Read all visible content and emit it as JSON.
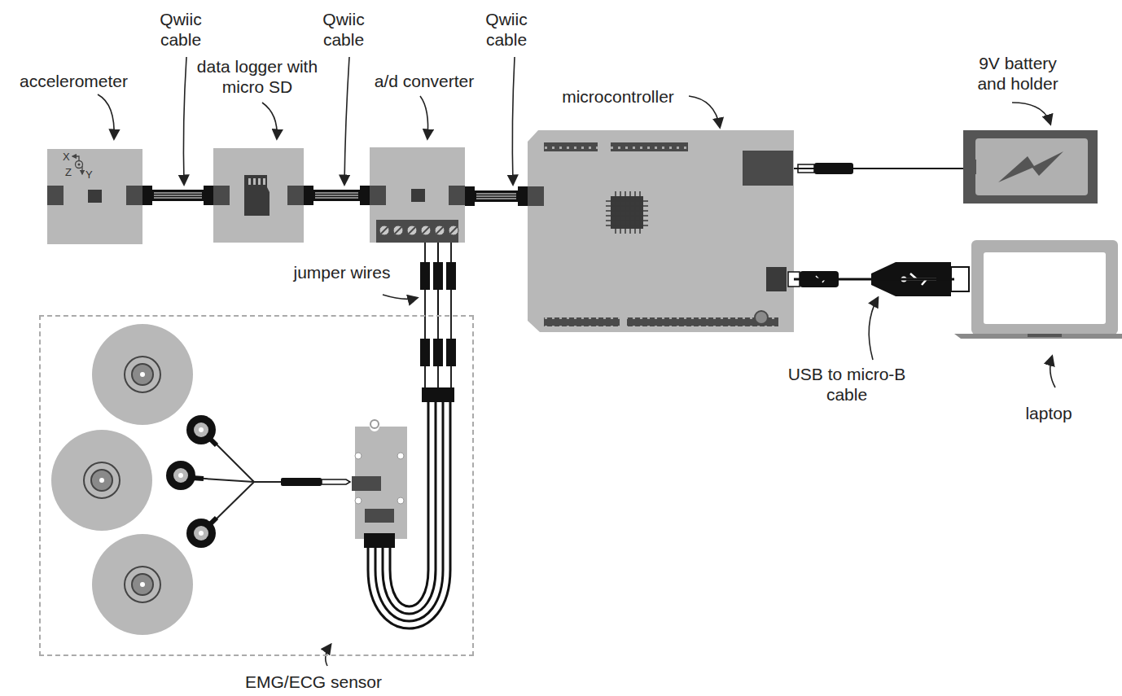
{
  "diagram": {
    "nodes": [
      {
        "text": [
          "accelerometer"
        ]
      },
      {
        "text": [
          "data logger with micro SD"
        ]
      },
      {
        "text": [
          "a/d converter"
        ]
      },
      {
        "text": [
          "microcontroller"
        ]
      },
      {
        "text": [
          "9V battery and holder"
        ]
      },
      {
        "text": [
          "laptop"
        ]
      },
      {
        "text": [
          "EMG/ECG sensor"
        ]
      }
    ],
    "edges": [
      {
        "from": 0,
        "to": 1,
        "arrow": "none",
        "label": "Qwiic cable"
      },
      {
        "from": 1,
        "to": 2,
        "arrow": "none",
        "label": "Qwiic cable"
      },
      {
        "from": 2,
        "to": 3,
        "arrow": "none",
        "label": "Qwiic cable"
      },
      {
        "from": 3,
        "to": 4,
        "arrow": "none"
      },
      {
        "from": 3,
        "to": 5,
        "arrow": "none",
        "label": "USB to micro-B cable"
      },
      {
        "from": 2,
        "to": 6,
        "arrow": "none",
        "label": "jumper wires"
      }
    ],
    "labels": [
      "X",
      "Z",
      "Y"
    ]
  }
}
